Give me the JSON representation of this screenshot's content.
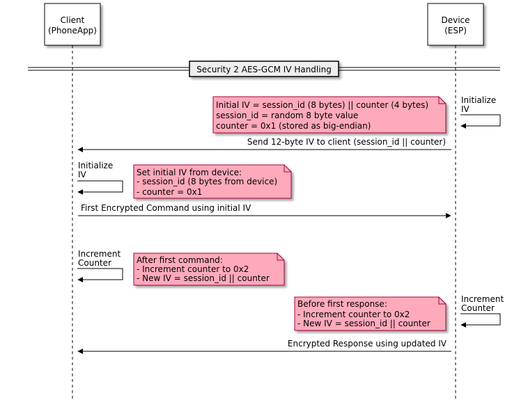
{
  "participants": {
    "client": {
      "line1": "Client",
      "line2": "(PhoneApp)"
    },
    "device": {
      "line1": "Device",
      "line2": "(ESP)"
    }
  },
  "divider": {
    "label": "Security 2 AES-GCM IV Handling"
  },
  "device_init": {
    "self_label": [
      "Initialize",
      "IV"
    ],
    "note_lines": [
      "Initial IV = session_id (8 bytes) || counter (4 bytes)",
      "session_id = random 8 byte value",
      "counter = 0x1 (stored as big-endian)"
    ]
  },
  "msg_send_iv": {
    "label": "Send 12-byte IV to client (session_id || counter)"
  },
  "client_init": {
    "self_label": [
      "Initialize",
      "IV"
    ],
    "note_lines": [
      "Set initial IV from device:",
      "- session_id (8 bytes from device)",
      "- counter = 0x1"
    ]
  },
  "msg_first_cmd": {
    "label": "First Encrypted Command using initial IV"
  },
  "client_increment": {
    "self_label": [
      "Increment",
      "Counter"
    ],
    "note_lines": [
      "After first command:",
      "- Increment counter to 0x2",
      "- New IV = session_id || counter"
    ]
  },
  "device_increment": {
    "self_label": [
      "Increment",
      "Counter"
    ],
    "note_lines": [
      "Before first response:",
      "- Increment counter to 0x2",
      "- New IV = session_id || counter"
    ]
  },
  "msg_response": {
    "label": "Encrypted Response using updated IV"
  },
  "colors": {
    "note_fill": "#ffaabb",
    "note_border": "#a80036",
    "line": "#000000"
  }
}
